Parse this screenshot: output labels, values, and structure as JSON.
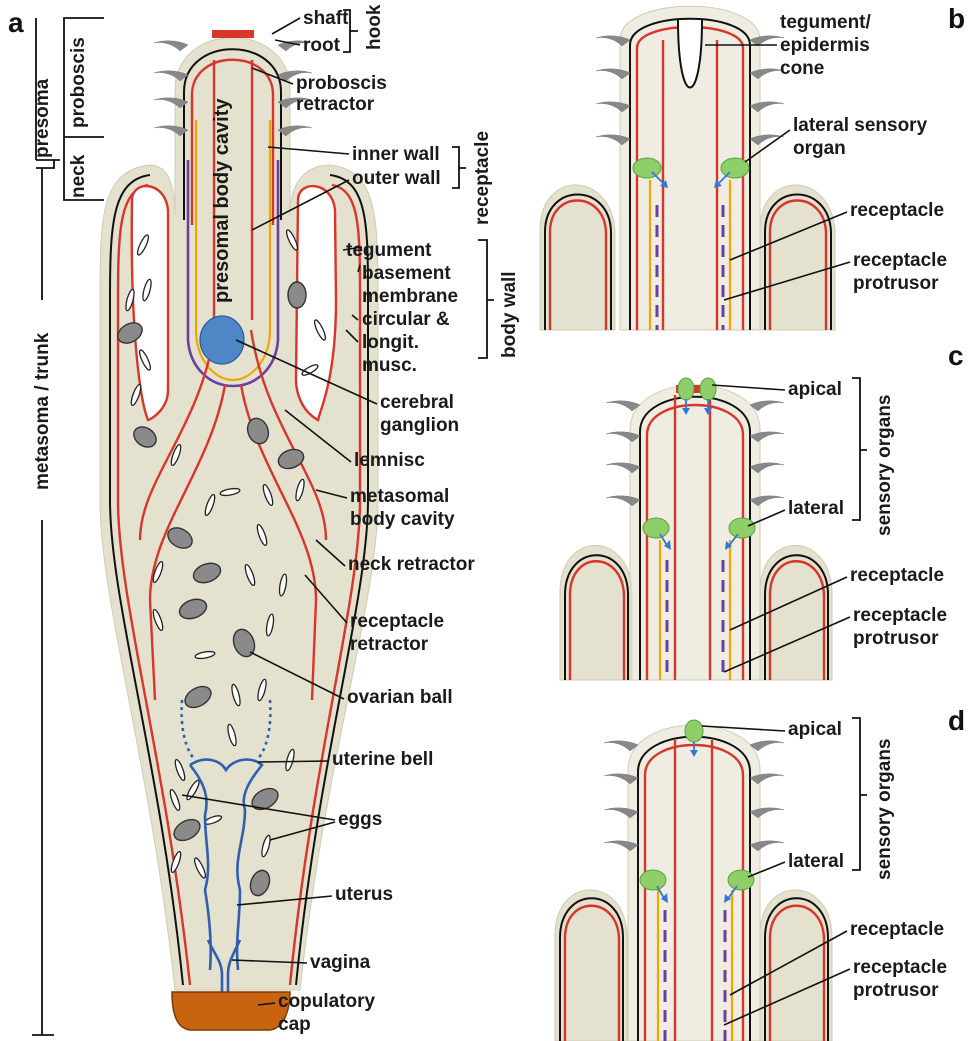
{
  "panels": {
    "a": "a",
    "b": "b",
    "c": "c",
    "d": "d"
  },
  "panel_a": {
    "shaft": "shaft",
    "root": "root",
    "hook": "hook",
    "proboscis_retractor_1": "proboscis",
    "proboscis_retractor_2": "retractor",
    "presomal_body_cavity": "presomal body cavity",
    "inner_wall": "inner wall",
    "outer_wall": "outer wall",
    "receptacle": "receptacle",
    "tegument": "tegument",
    "basement_1": "basement",
    "basement_2": "membrane",
    "circular_1": "circular &",
    "circular_2": "longit.",
    "circular_3": "musc.",
    "body_wall": "body wall",
    "cerebral_1": "cerebral",
    "cerebral_2": "ganglion",
    "lemnisc": "lemnisc",
    "metasomal_1": "metasomal",
    "metasomal_2": "body cavity",
    "neck_retractor": "neck retractor",
    "receptacle_retractor_1": "receptacle",
    "receptacle_retractor_2": "retractor",
    "ovarian_ball": "ovarian ball",
    "uterine_bell": "uterine bell",
    "eggs": "eggs",
    "uterus": "uterus",
    "vagina": "vagina",
    "copulatory_1": "copulatory",
    "copulatory_2": "cap",
    "presoma": "presoma",
    "neck": "neck",
    "proboscis": "proboscis",
    "metasoma": "metasoma / trunk"
  },
  "panel_b": {
    "tegument_1": "tegument/",
    "tegument_2": "epidermis",
    "tegument_3": "cone",
    "lateral_1": "lateral sensory",
    "lateral_2": "organ",
    "receptacle": "receptacle",
    "protrusor_1": "receptacle",
    "protrusor_2": "protrusor"
  },
  "panel_c": {
    "apical": "apical",
    "lateral": "lateral",
    "sensory_organs": "sensory organs",
    "receptacle": "receptacle",
    "protrusor_1": "receptacle",
    "protrusor_2": "protrusor"
  },
  "panel_d": {
    "apical": "apical",
    "lateral": "lateral",
    "sensory_organs": "sensory organs",
    "receptacle": "receptacle",
    "protrusor_1": "receptacle",
    "protrusor_2": "protrusor"
  },
  "colors": {
    "tegument": "#e4e1cf",
    "muscle": "#d8352b",
    "receptacle_wall": "#f0a500",
    "protrusor": "#6b3fa0",
    "uterus": "#2f5fb0",
    "ganglion": "#4f86c6",
    "copulatory_cap": "#c8640f",
    "sensory_organ": "#8fcf6a",
    "hook": "#888888"
  }
}
